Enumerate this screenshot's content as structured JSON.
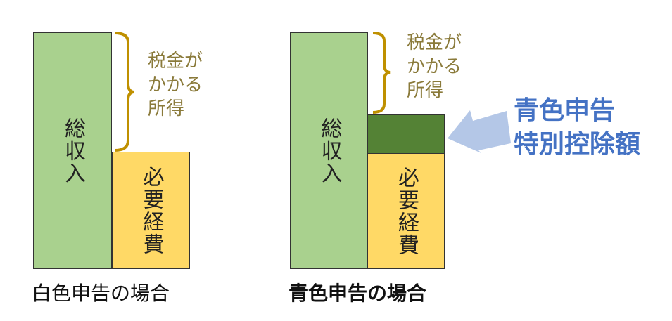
{
  "white": {
    "total_income": "総収入",
    "expenses": "必要経費",
    "taxable": [
      "税金が",
      "かかる",
      "所得"
    ],
    "caption": "白色申告の場合"
  },
  "blue": {
    "total_income": "総収入",
    "expenses": "必要経費",
    "taxable": [
      "税金が",
      "かかる",
      "所得"
    ],
    "caption": "青色申告の場合",
    "deduction_label": [
      "青色申告",
      "特別控除額"
    ]
  },
  "colors": {
    "green": "#a9d18e",
    "dark_green": "#548235",
    "yellow": "#ffd966",
    "brace": "#bf9000",
    "arrow": "#b4c7e7",
    "accent": "#4472c4"
  }
}
